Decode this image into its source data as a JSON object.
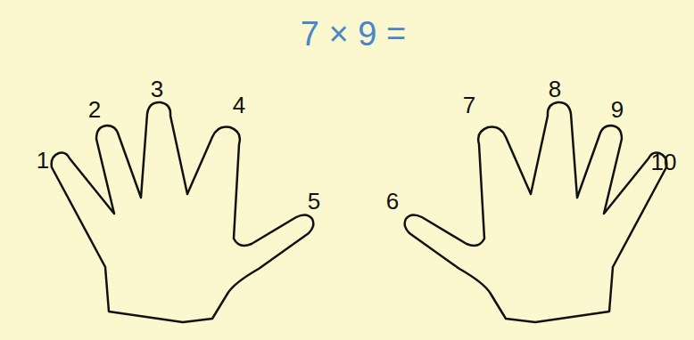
{
  "diagram": {
    "title": "7 × 9 =",
    "labels": [
      "1",
      "2",
      "3",
      "4",
      "5",
      "6",
      "7",
      "8",
      "9",
      "10"
    ]
  }
}
